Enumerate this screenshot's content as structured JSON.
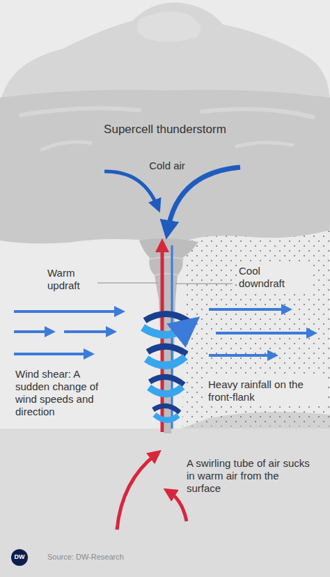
{
  "diagram": {
    "title": "Supercell thunderstorm",
    "labels": [
      "Cold air",
      "Warm updraft",
      "Cool downdraft",
      "Wind shear: A sudden change of wind speeds and direction",
      "Heavy rainfall on the front-flank",
      "A swirling tube of air sucks in warm air from the surface",
      "DW",
      "Source: DW-Research"
    ]
  }
}
